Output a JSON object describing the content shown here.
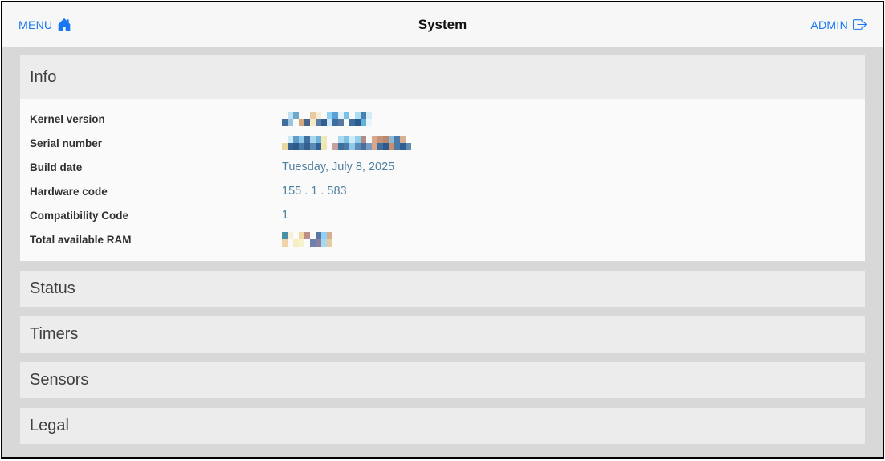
{
  "colors": {
    "accent": "#1877f2",
    "page-bg": "#d8d8d8",
    "header-bg": "#f7f7f7",
    "section-header-bg": "#ececec",
    "section-body-bg": "#fafafa",
    "title-color": "#111111",
    "section-title-color": "#3f3f3f",
    "label-color": "#303030",
    "value-color": "#4d7f9e",
    "border-color": "#000000"
  },
  "header": {
    "menu_label": "MENU",
    "title": "System",
    "admin_label": "ADMIN",
    "menu_icon": "home-icon",
    "admin_icon": "logout-icon"
  },
  "sections": [
    {
      "label": "Info",
      "expanded": true
    },
    {
      "label": "Status",
      "expanded": false
    },
    {
      "label": "Timers",
      "expanded": false
    },
    {
      "label": "Sensors",
      "expanded": false
    },
    {
      "label": "Legal",
      "expanded": false
    }
  ],
  "info_rows": [
    {
      "label": "Kernel version",
      "value": "",
      "redacted": true,
      "mosaic": "kernel"
    },
    {
      "label": "Serial number",
      "value": "",
      "redacted": true,
      "mosaic": "serial"
    },
    {
      "label": "Build date",
      "value": "Tuesday, July 8, 2025",
      "redacted": false
    },
    {
      "label": "Hardware code",
      "value": "155 . 1 . 583",
      "redacted": false
    },
    {
      "label": "Compatibility Code",
      "value": "1",
      "redacted": false
    },
    {
      "label": "Total available RAM",
      "value": "",
      "redacted": true,
      "mosaic": "ram"
    }
  ],
  "mosaics": {
    "kernel": [
      [
        null,
        "#bfe0f2",
        "#6ea7cc",
        null,
        null,
        "#e8c9a4",
        "#f6ecd2",
        null,
        "#8ed1f2",
        "#5b9ed4",
        "#e3f3fa",
        "#78c2e9",
        null,
        "#addff4",
        "#4a7fae",
        "#d4ecf8"
      ],
      [
        "#3e6f9e",
        "#9cc4de",
        null,
        "#d9a77c",
        "#46648c",
        "#f5e9c8",
        "#5a7fa6",
        "#2f5f93",
        "#cfe9f7",
        "#3a6ea5",
        "#56789e",
        null,
        "#3f6f9f",
        "#2d5a8c",
        "#63b0d8",
        "#e8f5fb"
      ]
    ],
    "serial": [
      [
        null,
        "#cde9f7",
        "#5f9cc9",
        "#8fc8e8",
        "#3f6f9f",
        "#a8d8f0",
        "#6fb4dd",
        "#f2e9b8",
        null,
        null,
        "#aad9f0",
        "#7fc2e6",
        "#cfeaf8",
        "#8fd0ef",
        "#b38a86",
        null,
        "#d9a88c",
        "#c79478",
        "#b8876f",
        "#89b8d8",
        "#4a7aa8",
        "#d9b090",
        "#ffffff"
      ],
      [
        "#e8d9a0",
        "#3a6290",
        "#2d5a8c",
        "#4a7aa8",
        "#365f8f",
        "#5b8cb8",
        "#2f5f93",
        "#f0e6b0",
        null,
        "#c9a0a0",
        "#3f6f9f",
        "#4a7aa8",
        "#8fc8e8",
        "#5b8cb8",
        "#4a6f9e",
        "#7a9cc0",
        "#d9a88c",
        "#3f6f9f",
        "#2d5a8c",
        "#c98f6f",
        "#4a7aa8",
        "#2f5f93",
        "#5f8fb0"
      ]
    ],
    "ram": [
      [
        "#4a8fa6",
        "#f6f1d8",
        null,
        "#f0d9a8",
        "#bd8f87",
        null,
        "#5a76a3",
        "#8fd2f7",
        "#d9ab8f"
      ],
      [
        "#f0d4a8",
        null,
        "#f5efc2",
        "#f8f3cf",
        null,
        "#6f7fae",
        "#8a7f9e",
        "#a8d8f0",
        "#e8cba0"
      ]
    ]
  }
}
